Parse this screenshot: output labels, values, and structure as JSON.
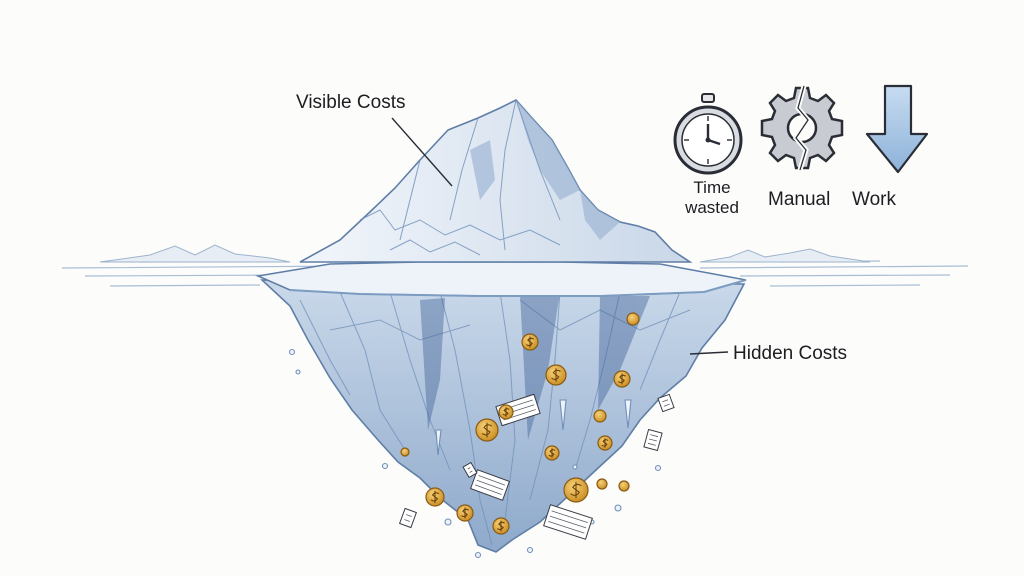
{
  "labels": {
    "visible_costs": "Visible Costs",
    "hidden_costs": "Hidden Costs",
    "time_line1": "Time",
    "time_line2": "wasted",
    "manual": "Manual",
    "work": "Work"
  },
  "icons": {
    "timer": "stopwatch-icon",
    "gear": "broken-gear-icon",
    "arrow": "down-arrow-icon",
    "coin": "dollar-coin-icon",
    "paper": "invoice-paper-icon"
  },
  "colors": {
    "ice_light": "#eef3f9",
    "ice_mid": "#b9cde4",
    "ice_dark": "#6f8fb8",
    "ice_outline": "#5f7ea6",
    "water": "#c5d6e9",
    "coin_gold": "#d7a12a",
    "coin_dark": "#8a5a12",
    "ink": "#2a2d35",
    "arrow_fill": "#a9c6e6"
  }
}
